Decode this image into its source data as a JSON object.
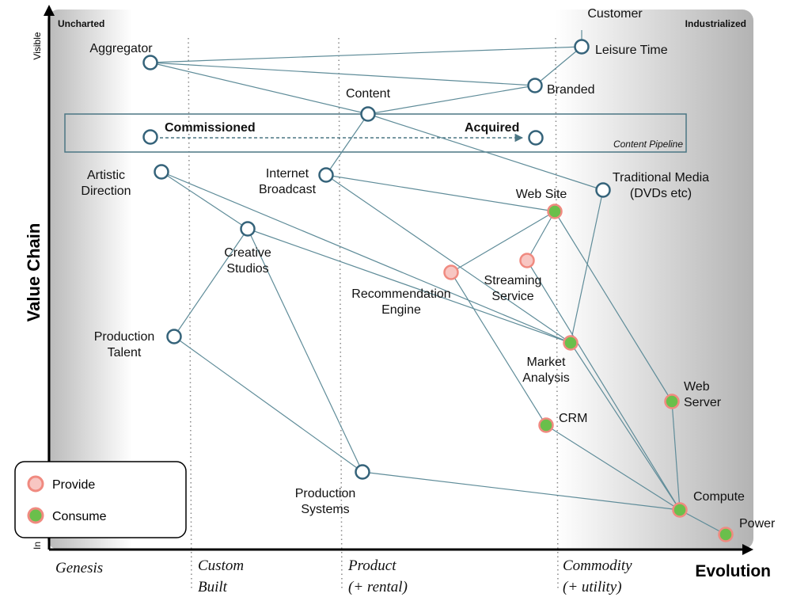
{
  "map": {
    "corner_left": "Uncharted",
    "corner_right": "Industrialized",
    "y_axis": {
      "label": "Value Chain",
      "top": "Visible",
      "bottom": "In"
    },
    "x_axis": {
      "label": "Evolution",
      "stages": [
        {
          "id": "genesis",
          "lines": [
            "Genesis"
          ]
        },
        {
          "id": "custom",
          "lines": [
            "Custom",
            "Built"
          ]
        },
        {
          "id": "product",
          "lines": [
            "Product",
            "(+ rental)"
          ]
        },
        {
          "id": "commodity",
          "lines": [
            "Commodity",
            "(+ utility)"
          ]
        }
      ]
    },
    "pipeline": {
      "label": "Content Pipeline",
      "start": "Commissioned",
      "end": "Acquired"
    },
    "legend": {
      "provide": {
        "label": "Provide",
        "color": "#f8c6c2",
        "stroke": "#f08a80"
      },
      "consume": {
        "label": "Consume",
        "color": "#6abf4b",
        "stroke": "#f08a80"
      }
    },
    "colors": {
      "node_stroke": "#35637a",
      "link": "#5f8c99",
      "pipeline_stroke": "#4b7684",
      "background_dark": "#b7b7b7"
    },
    "components": [
      {
        "id": "customer",
        "label": [
          "Customer"
        ],
        "type": "anchor"
      },
      {
        "id": "leisure",
        "label": [
          "Leisure Time"
        ],
        "type": "plain"
      },
      {
        "id": "aggregator",
        "label": [
          "Aggregator"
        ],
        "type": "plain"
      },
      {
        "id": "branded",
        "label": [
          "Branded"
        ],
        "type": "plain"
      },
      {
        "id": "content",
        "label": [
          "Content"
        ],
        "type": "plain"
      },
      {
        "id": "commissioned",
        "label": [],
        "type": "plain"
      },
      {
        "id": "acquired",
        "label": [],
        "type": "plain"
      },
      {
        "id": "artistic",
        "label": [
          "Artistic",
          "Direction"
        ],
        "type": "plain"
      },
      {
        "id": "internet",
        "label": [
          "Internet",
          "Broadcast"
        ],
        "type": "plain"
      },
      {
        "id": "traditional",
        "label": [
          "Traditional Media",
          "(DVDs etc)"
        ],
        "type": "plain"
      },
      {
        "id": "website",
        "label": [
          "Web Site"
        ],
        "type": "consume"
      },
      {
        "id": "creative",
        "label": [
          "Creative",
          "Studios"
        ],
        "type": "plain"
      },
      {
        "id": "recommendation",
        "label": [
          "Recommendation",
          "Engine"
        ],
        "type": "provide"
      },
      {
        "id": "streaming",
        "label": [
          "Streaming",
          "Service"
        ],
        "type": "provide"
      },
      {
        "id": "talent",
        "label": [
          "Production",
          "Talent"
        ],
        "type": "plain"
      },
      {
        "id": "market",
        "label": [
          "Market",
          "Analysis"
        ],
        "type": "consume"
      },
      {
        "id": "webserver",
        "label": [
          "Web",
          "Server"
        ],
        "type": "consume"
      },
      {
        "id": "crm",
        "label": [
          "CRM"
        ],
        "type": "consume"
      },
      {
        "id": "systems",
        "label": [
          "Production",
          "Systems"
        ],
        "type": "plain"
      },
      {
        "id": "compute",
        "label": [
          "Compute"
        ],
        "type": "consume"
      },
      {
        "id": "power",
        "label": [
          "Power"
        ],
        "type": "consume"
      }
    ],
    "links": [
      [
        "customer",
        "leisure"
      ],
      [
        "leisure",
        "aggregator"
      ],
      [
        "leisure",
        "branded"
      ],
      [
        "aggregator",
        "branded"
      ],
      [
        "aggregator",
        "content"
      ],
      [
        "branded",
        "content"
      ],
      [
        "content",
        "internet"
      ],
      [
        "content",
        "traditional"
      ],
      [
        "artistic",
        "creative"
      ],
      [
        "artistic",
        "market"
      ],
      [
        "internet",
        "website"
      ],
      [
        "internet",
        "market"
      ],
      [
        "traditional",
        "market"
      ],
      [
        "website",
        "recommendation"
      ],
      [
        "website",
        "streaming"
      ],
      [
        "website",
        "webserver"
      ],
      [
        "creative",
        "talent"
      ],
      [
        "creative",
        "market"
      ],
      [
        "creative",
        "systems"
      ],
      [
        "recommendation",
        "crm"
      ],
      [
        "streaming",
        "compute"
      ],
      [
        "talent",
        "systems"
      ],
      [
        "market",
        "compute"
      ],
      [
        "webserver",
        "compute"
      ],
      [
        "crm",
        "compute"
      ],
      [
        "systems",
        "compute"
      ],
      [
        "compute",
        "power"
      ]
    ]
  }
}
